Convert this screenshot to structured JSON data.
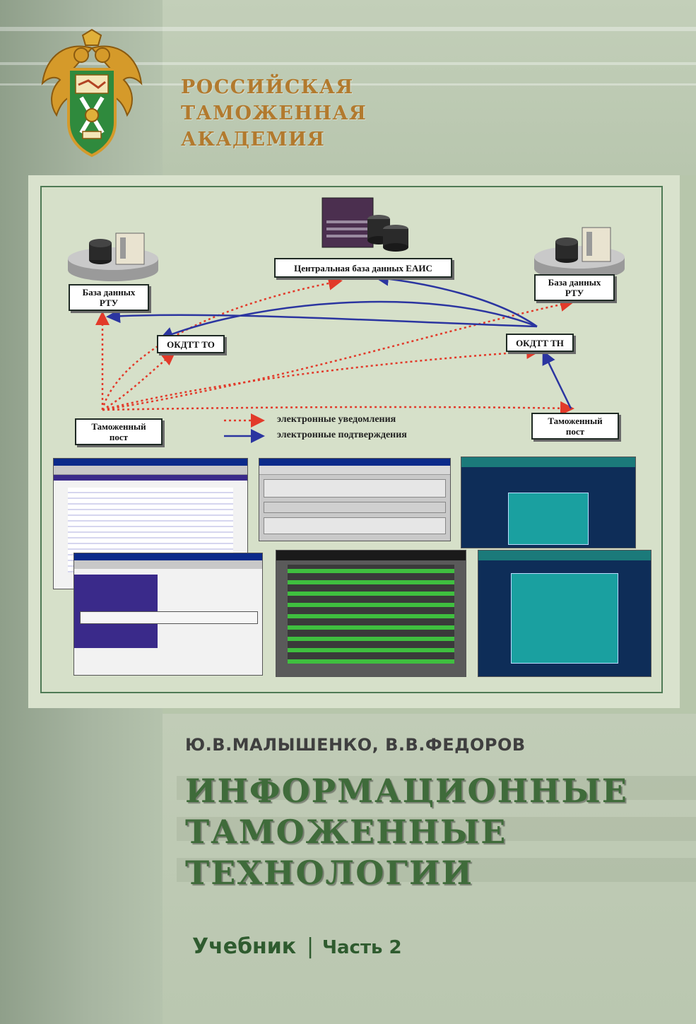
{
  "organization": {
    "lines": [
      "РОССИЙСКАЯ",
      "ТАМОЖЕННАЯ",
      "АКАДЕМИЯ"
    ]
  },
  "emblem": {
    "icon": "customs-eagle-emblem-icon"
  },
  "diagram": {
    "central_db": "Центральная база данных ЕАИС",
    "db_left": [
      "База данных",
      "РТУ"
    ],
    "db_right": [
      "База данных",
      "РТУ"
    ],
    "okdtt_to": "ОКДТТ ТО",
    "okdtt_tn": "ОКДТТ ТН",
    "post_left": [
      "Таможенный",
      "пост"
    ],
    "post_right": [
      "Таможенный",
      "пост"
    ],
    "legend": {
      "notifications": "электронные уведомления",
      "confirmations": "электронные подтверждения"
    },
    "colors": {
      "notifications": "#e23a2a",
      "confirmations": "#2b35a0"
    }
  },
  "book": {
    "authors": "Ю.В.МАЛЫШЕНКО, В.В.ФЕДОРОВ",
    "title": [
      "ИНФОРМАЦИОННЫЕ",
      "ТАМОЖЕННЫЕ",
      "ТЕХНОЛОГИИ"
    ],
    "type": "Учебник",
    "separator": "|",
    "part": "Часть 2"
  }
}
